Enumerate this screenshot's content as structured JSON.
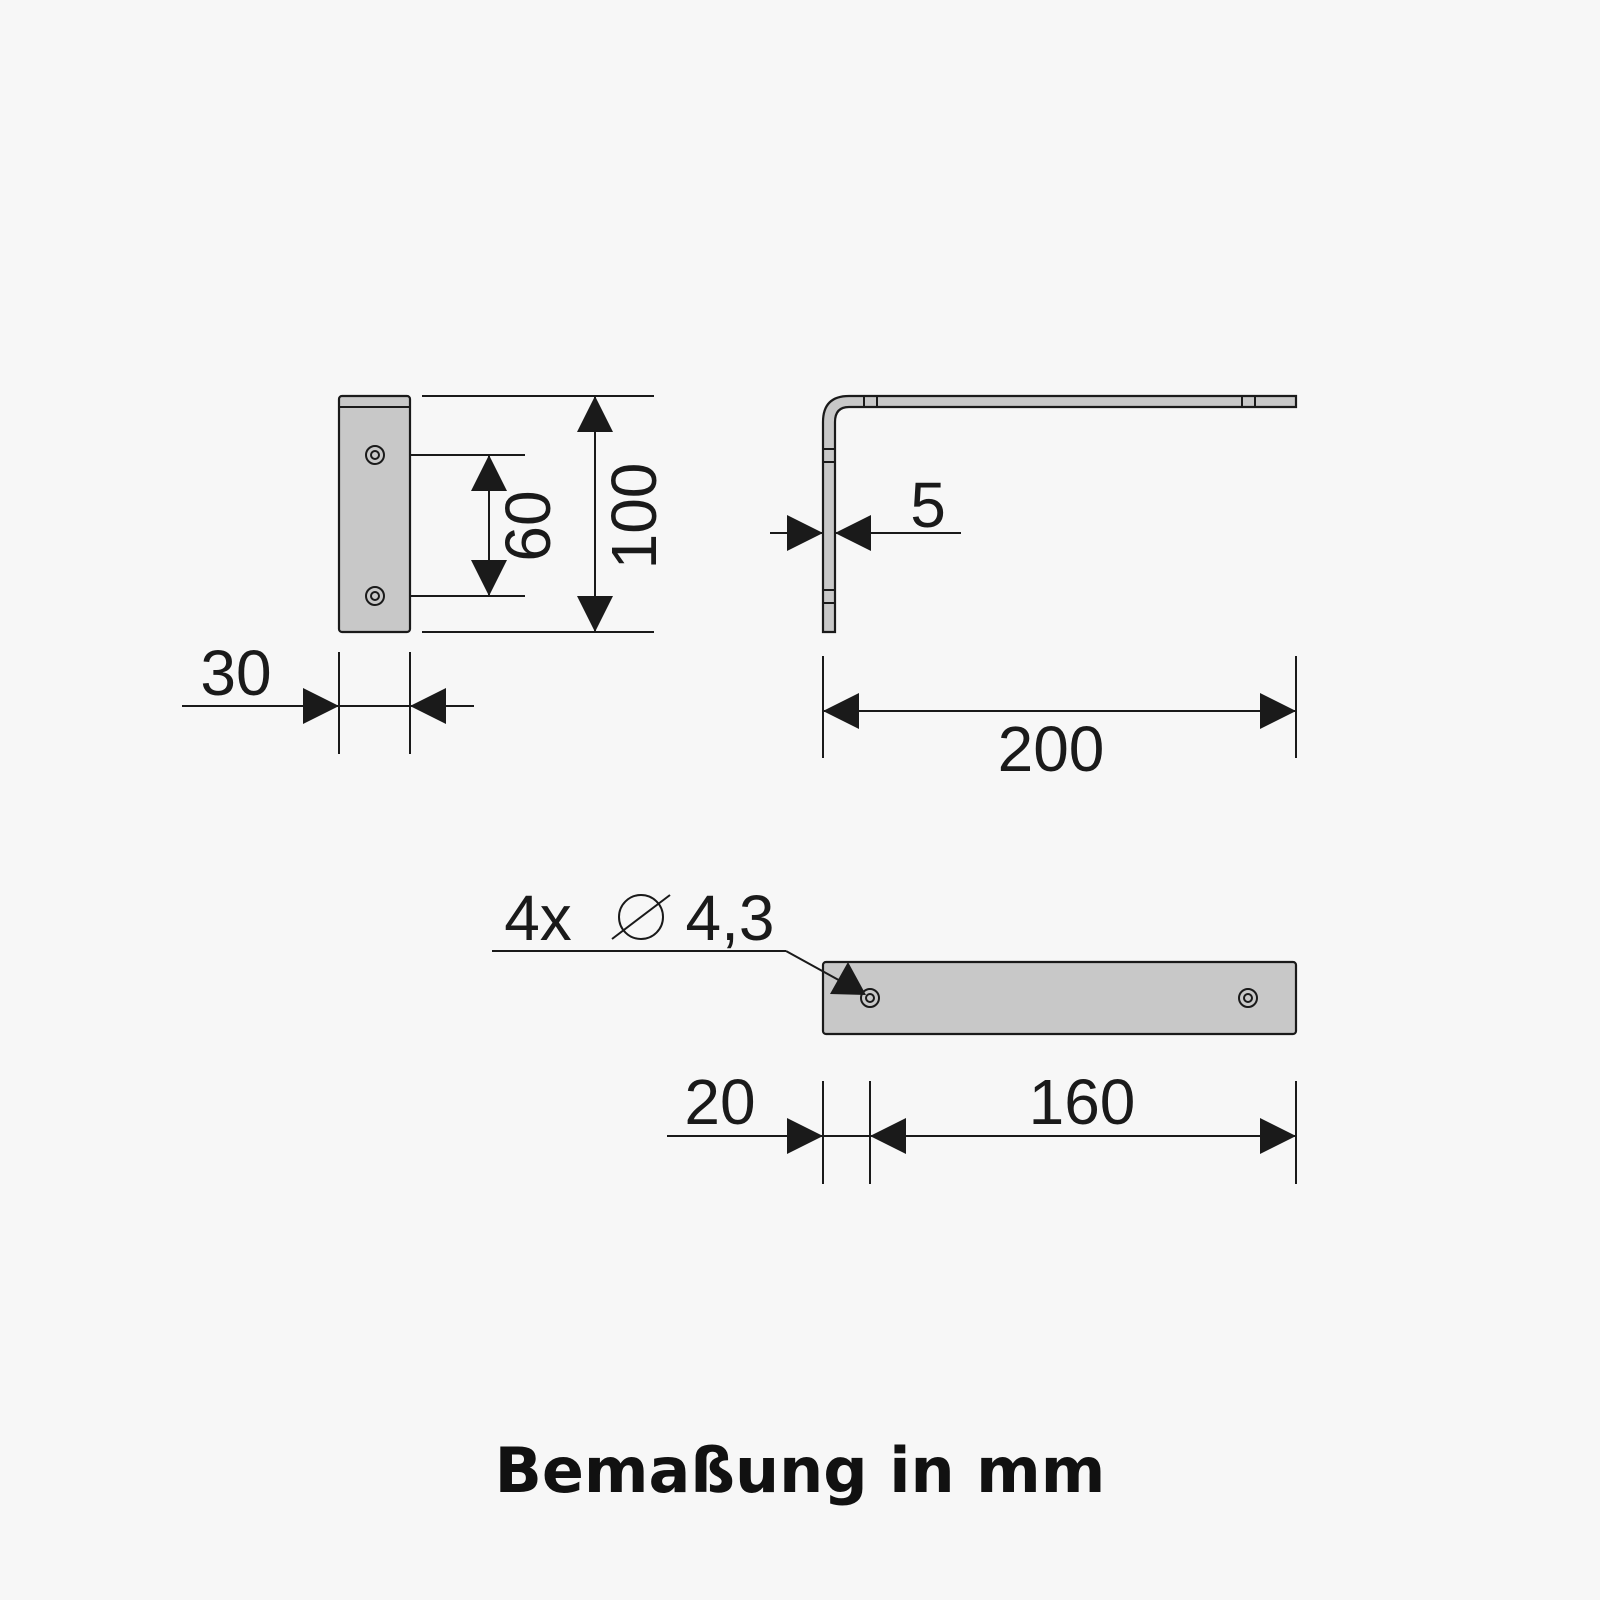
{
  "labels": {
    "width_30": "30",
    "hole_spacing_60": "60",
    "height_100": "100",
    "thickness_5": "5",
    "length_200": "200",
    "holes_count": "4x",
    "holes_diameter_symbol": "⌀",
    "holes_diameter": "4,3",
    "offset_20": "20",
    "spacing_160": "160"
  },
  "caption": "Bemaßung in mm"
}
